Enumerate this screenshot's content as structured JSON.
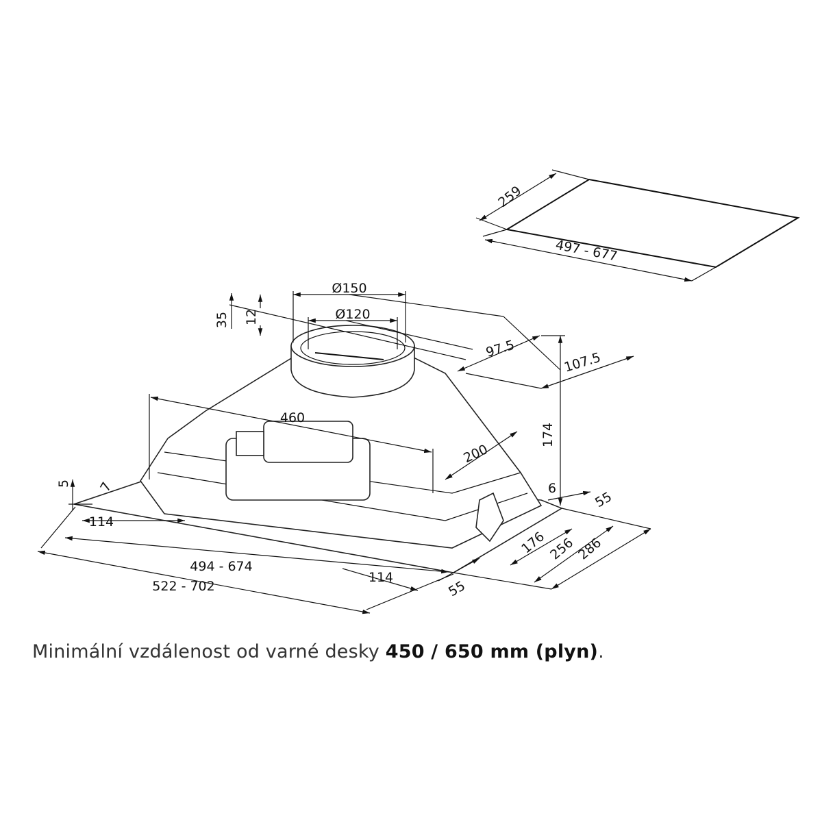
{
  "dimensions": {
    "panel_depth": "259",
    "panel_width": "497 - 677",
    "outlet_outer": "Ø150",
    "outlet_inner": "Ø120",
    "collar_height": "35",
    "collar_lip": "12",
    "outlet_offset_a": "97.5",
    "outlet_offset_b": "107.5",
    "inner_width": "460",
    "inner_depth": "200",
    "height": "174",
    "tray_height": "5",
    "tray_edge": "7",
    "side_gap": "6",
    "right_margin_top": "55",
    "left_offset": "114",
    "depth_176": "176",
    "depth_256": "256",
    "depth_286": "286",
    "width_inner_range": "494 - 674",
    "width_outer_range": "522 - 702",
    "bottom_offset": "114",
    "right_margin_bottom": "55"
  },
  "caption": {
    "text": "Minimální vzdálenost od varné desky ",
    "bold": "450 / 650 mm (plyn)",
    "end": "."
  }
}
